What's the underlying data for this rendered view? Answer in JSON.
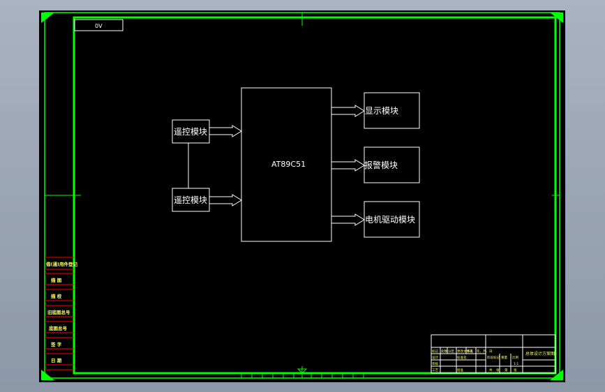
{
  "drawing": {
    "layer_tag": "0V",
    "cpu_label": "AT89C51",
    "remote_top_label": "遥控模块",
    "remote_bottom_label": "遥控模块",
    "display_label": "显示模块",
    "alarm_label": "报警模块",
    "motor_label": "电机驱动模块"
  },
  "left_table": {
    "rows": [
      "借(通)用件登记",
      "描 图",
      "描 校",
      "旧底图总号",
      "底图总号",
      "签 字",
      "日 期"
    ]
  },
  "title_block": {
    "drawing_name": "总体设计方案图",
    "cells": [
      "标记",
      "处数",
      "分区",
      "更改文件号",
      "签名",
      "年、月、日",
      "设计",
      "标准化",
      "阶段标记",
      "重量",
      "比例",
      "审核",
      "工艺",
      "批准",
      "共",
      "张",
      "第",
      "张",
      "1:1"
    ]
  },
  "colors": {
    "frame": "#00ff00",
    "sheet": "#000000",
    "lines": "#ffffff",
    "table_lines": "#ff0000"
  }
}
